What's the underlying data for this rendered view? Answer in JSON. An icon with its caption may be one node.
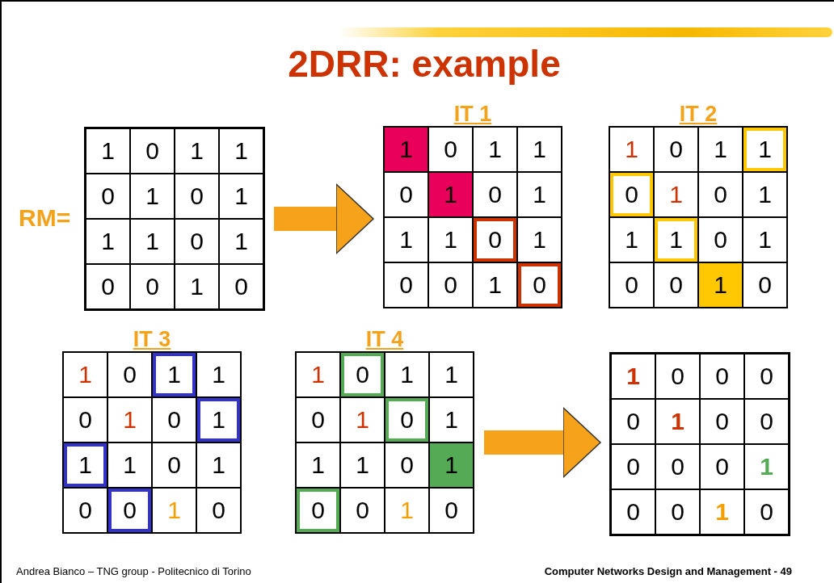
{
  "diagram": {
    "title": "2DRR: example",
    "nodes": [
      {
        "text": [],
        "shape": "box",
        "beside": [
          "RM="
        ]
      },
      {
        "text": [
          "IT 1"
        ]
      },
      {
        "text": [
          "IT 2"
        ]
      },
      {
        "text": [
          "IT 3"
        ]
      },
      {
        "text": [
          "IT 4"
        ]
      },
      {
        "text": [],
        "shape": "box"
      }
    ],
    "edges": [
      {
        "from": 0,
        "to": 1,
        "arrow": "to"
      },
      {
        "from": 4,
        "to": 5,
        "arrow": "to"
      }
    ],
    "labels": [
      "1",
      "0",
      "1",
      "1",
      "0",
      "1",
      "0",
      "1",
      "1",
      "1",
      "0",
      "1",
      "0",
      "0",
      "1",
      "0",
      "1",
      "0",
      "1",
      "1",
      "0",
      "1",
      "0",
      "1",
      "1",
      "1",
      "0",
      "1",
      "0",
      "0",
      "1",
      "0",
      "1",
      "0",
      "1",
      "1",
      "0",
      "1",
      "0",
      "1",
      "1",
      "1",
      "0",
      "1",
      "0",
      "0",
      "1",
      "0",
      "1",
      "0",
      "1",
      "1",
      "0",
      "1",
      "0",
      "1",
      "1",
      "1",
      "0",
      "1",
      "0",
      "0",
      "1",
      "0",
      "1",
      "0",
      "1",
      "1",
      "0",
      "1",
      "0",
      "1",
      "1",
      "1",
      "0",
      "1",
      "0",
      "0",
      "1",
      "0",
      "1",
      "0",
      "0",
      "0",
      "0",
      "1",
      "0",
      "0",
      "0",
      "0",
      "0",
      "1",
      "0",
      "0",
      "1",
      "0",
      "Andrea Bianco – TNG group - Politecnico di Torino",
      "Computer Networks Design and Management - 49"
    ]
  }
}
